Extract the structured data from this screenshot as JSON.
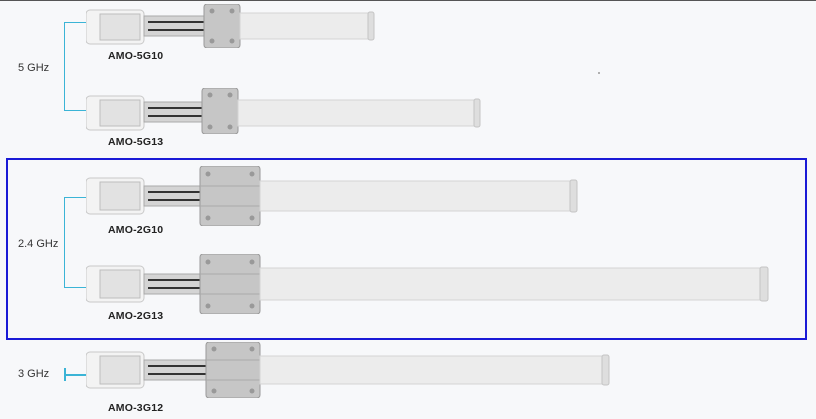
{
  "bands": [
    {
      "label": "5 GHz"
    },
    {
      "label": "2.4 GHz"
    },
    {
      "label": "3 GHz"
    }
  ],
  "models": [
    {
      "name": "AMO-5G10"
    },
    {
      "name": "AMO-5G13"
    },
    {
      "name": "AMO-2G10"
    },
    {
      "name": "AMO-2G13"
    },
    {
      "name": "AMO-3G12"
    }
  ],
  "colors": {
    "bracket": "#3bb4d6",
    "selection_border": "#1a1ad6",
    "radome": "#ececec",
    "bracket_metal": "#b8b8b8"
  }
}
